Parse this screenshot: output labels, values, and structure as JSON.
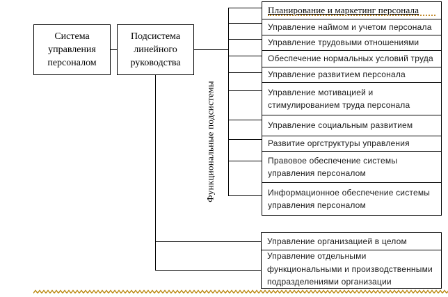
{
  "diagram": {
    "system_box": {
      "label": "Система\nуправления\nперсоналом"
    },
    "line_subsystem_box": {
      "label": "Подсистема\nлинейного\nруководства"
    },
    "functional_axis_label": "Функциональные подсистемы",
    "functional_rows": [
      {
        "label": "Планирование и маркетинг персонала"
      },
      {
        "label": "Управление наймом и учетом персонала"
      },
      {
        "label": "Управление трудовыми отношениями"
      },
      {
        "label": "Обеспечение нормальных условий труда"
      },
      {
        "label": "Управление развитием персонала"
      },
      {
        "label": "Управление мотивацией и\nстимулированием труда персонала"
      },
      {
        "label": "Управление социальным развитием"
      },
      {
        "label": "Развитие оргструктуры управления"
      },
      {
        "label": "Правовое обеспечение системы\nуправления персоналом"
      },
      {
        "label": "Информационное обеспечение системы\nуправления персоналом"
      }
    ],
    "general_rows": [
      {
        "label": "Управление организацией в целом"
      },
      {
        "label": "Управление отдельными\nфункциональными и производственными\nподразделениями организации"
      }
    ],
    "colors": {
      "line": "#000000",
      "text": "#1a1a1a",
      "gold_accent": "#b8860b"
    }
  }
}
